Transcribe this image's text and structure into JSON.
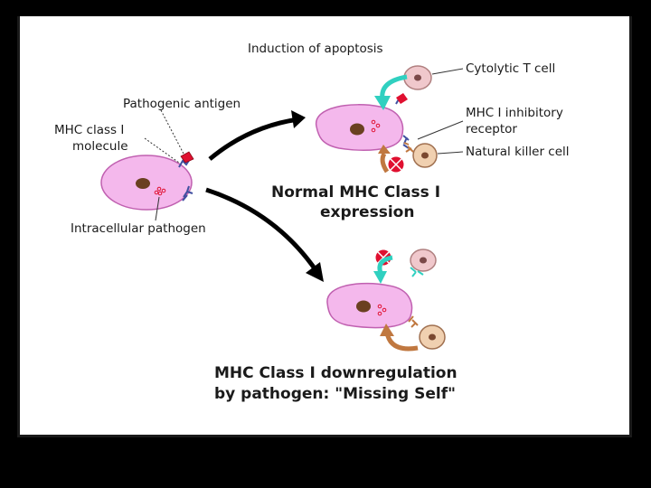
{
  "labels": {
    "induction": "Induction of apoptosis",
    "cytolytic": "Cytolytic T cell",
    "pathogenic_antigen": "Pathogenic antigen",
    "mhc_line1": "MHC class I",
    "mhc_line2": "molecule",
    "inhibitory_line1": "MHC I inhibitory",
    "inhibitory_line2": "receptor",
    "nk_cell": "Natural killer cell",
    "intracellular": "Intracellular pathogen"
  },
  "titles": {
    "normal_line1": "Normal MHC Class I",
    "normal_line2": "expression",
    "down_line1": "MHC Class I downregulation",
    "down_line2": "by pathogen: \"Missing Self\""
  },
  "colors": {
    "cell_fill": "#f4b8ec",
    "cell_stroke": "#c060b0",
    "nucleus": "#6a4020",
    "t_cell": "#f0c8cc",
    "nk_cell": "#f0d0b0",
    "arrow_teal": "#30d0c0",
    "arrow_brown": "#c07840",
    "antigen": "#e01030",
    "mhc": "#4050a0",
    "inhibit": "#e01030"
  }
}
